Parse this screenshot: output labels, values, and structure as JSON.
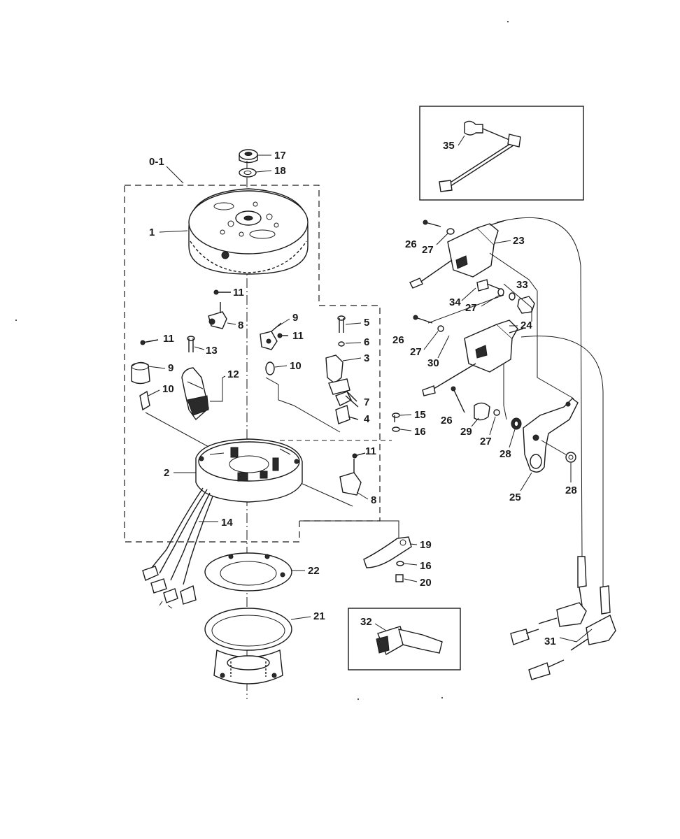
{
  "diagram": {
    "group_label": "0-1",
    "labels": {
      "p1": "1",
      "p2": "2",
      "p3": "3",
      "p4": "4",
      "p5": "5",
      "p6": "6",
      "p7": "7",
      "p8a": "8",
      "p8b": "8",
      "p9a": "9",
      "p9b": "9",
      "p10a": "10",
      "p10b": "10",
      "p11a": "11",
      "p11b": "11",
      "p11c": "11",
      "p11d": "11",
      "p12": "12",
      "p13": "13",
      "p14": "14",
      "p15": "15",
      "p16a": "16",
      "p16b": "16",
      "p17": "17",
      "p18": "18",
      "p19": "19",
      "p20": "20",
      "p21": "21",
      "p22": "22",
      "p23": "23",
      "p24": "24",
      "p25": "25",
      "p26a": "26",
      "p26b": "26",
      "p26c": "26",
      "p27a": "27",
      "p27b": "27",
      "p27c": "27",
      "p27d": "27",
      "p28a": "28",
      "p28b": "28",
      "p29": "29",
      "p30": "30",
      "p31": "31",
      "p32": "32",
      "p33": "33",
      "p34": "34",
      "p35": "35"
    }
  }
}
